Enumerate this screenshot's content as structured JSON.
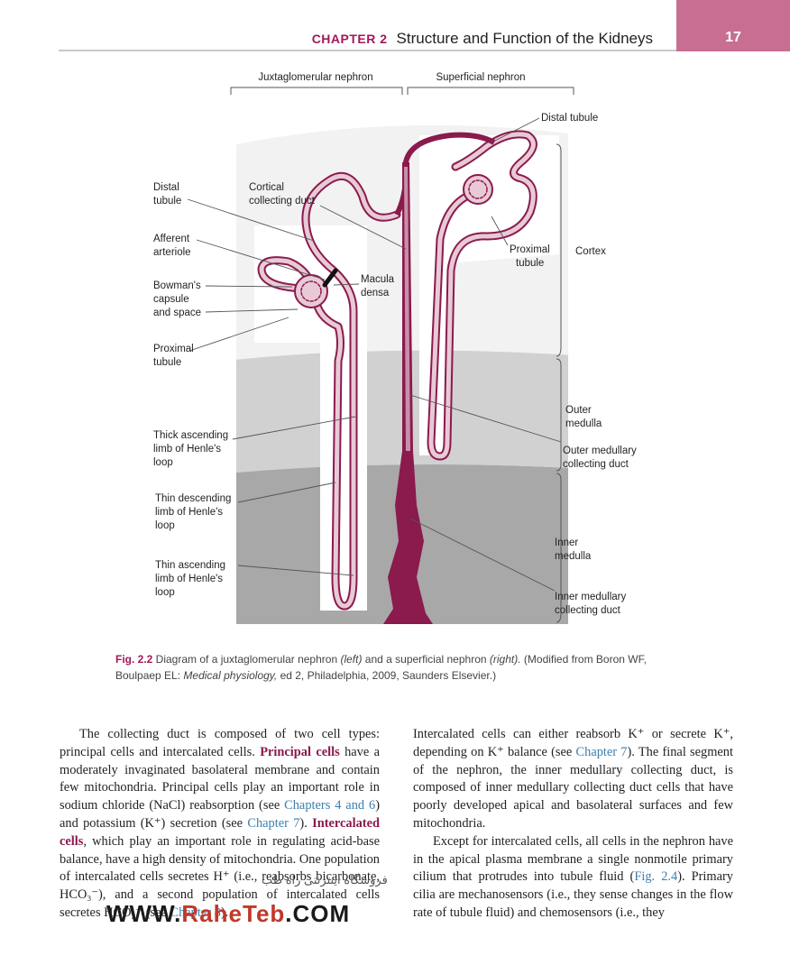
{
  "header": {
    "chapter": "CHAPTER 2",
    "title": "Structure and Function of the Kidneys",
    "page_number": "17"
  },
  "figure": {
    "bracket_left": "Juxtaglomerular nephron",
    "bracket_right": "Superficial nephron",
    "labels_left": [
      [
        "Distal",
        "tubule"
      ],
      [
        "Cortical",
        "collecting duct"
      ],
      [
        "Afferent",
        "arteriole"
      ],
      [
        "Macula",
        "densa"
      ],
      [
        "Bowman's",
        "capsule",
        "and space"
      ],
      [
        "Proximal",
        "tubule"
      ],
      [
        "Thick ascending",
        "limb of Henle's",
        "loop"
      ],
      [
        "Thin descending",
        "limb of Henle's",
        "loop"
      ],
      [
        "Thin ascending",
        "limb of Henle's",
        "loop"
      ]
    ],
    "labels_right": [
      [
        "Distal tubule"
      ],
      [
        "Proximal",
        "tubule"
      ],
      [
        "Cortex"
      ],
      [
        "Outer",
        "medulla"
      ],
      [
        "Outer medullary",
        "collecting duct"
      ],
      [
        "Inner",
        "medulla"
      ],
      [
        "Inner medullary",
        "collecting duct"
      ]
    ]
  },
  "caption": {
    "fig_label": "Fig. 2.2",
    "text_a": " Diagram of a juxtaglomerular nephron ",
    "left_word": "(left)",
    "text_b": " and a superficial nephron ",
    "right_word": "(right).",
    "text_c": " (Modified from Boron WF, Boulpaep EL: ",
    "book": "Medical physiology,",
    "text_d": " ed 2, Philadelphia, 2009, Saunders Elsevier.)"
  },
  "body_left": {
    "t1": "The collecting duct is composed of two cell types: principal cells and intercalated cells. ",
    "kw_principal": "Principal cells",
    "t2": " have a moderately invaginated basolateral membrane and contain few mitochondria. Principal cells play an important role in sodium chloride (NaCl) reabsorption (see ",
    "ref_ch46": "Chapters 4 and 6",
    "t3": ") and potassium (K⁺) secretion (see ",
    "ref_ch7": "Chapter 7",
    "t4": "). ",
    "kw_intercalated": "Intercalated cells",
    "t5": ", which play an important role in regulating acid-base balance, have a high density of mitochondria. One population of intercalated cells secretes H⁺ (i.e., reabsorbs bicarbonate, HCO₃⁻), and a second population of intercalated cells secretes HCO₃⁻ (see ",
    "ref_ch8": "Chapter 8",
    "t6": ")."
  },
  "body_right": {
    "p1a": "Intercalated cells can either reabsorb K⁺ or secrete K⁺, depending on K⁺ balance (see ",
    "p1_ref": "Chapter 7",
    "p1b": "). The final segment of the nephron, the inner medullary collecting duct, is composed of inner medullary collecting duct cells that have poorly developed apical and basolateral surfaces and few mitochondria.",
    "p2a": "Except for intercalated cells, all cells in the nephron have in the apical plasma membrane a single nonmotile primary cilium that protrudes into tubule fluid (",
    "p2_ref": "Fig. 2.4",
    "p2b": "). Primary cilia are mechanosensors (i.e., they sense changes in the flow rate of tubule fluid) and chemosensors (i.e., they"
  },
  "watermark": {
    "text_a": "WWW.",
    "text_b": "RaheTeb",
    "text_c": ".COM",
    "persian": "فروشگاه اینترنتی راه طب"
  },
  "colors": {
    "accent": "#a2185b",
    "tab": "#c76e92",
    "tubule": "#8b1a4d",
    "link": "#3b7fb0"
  }
}
